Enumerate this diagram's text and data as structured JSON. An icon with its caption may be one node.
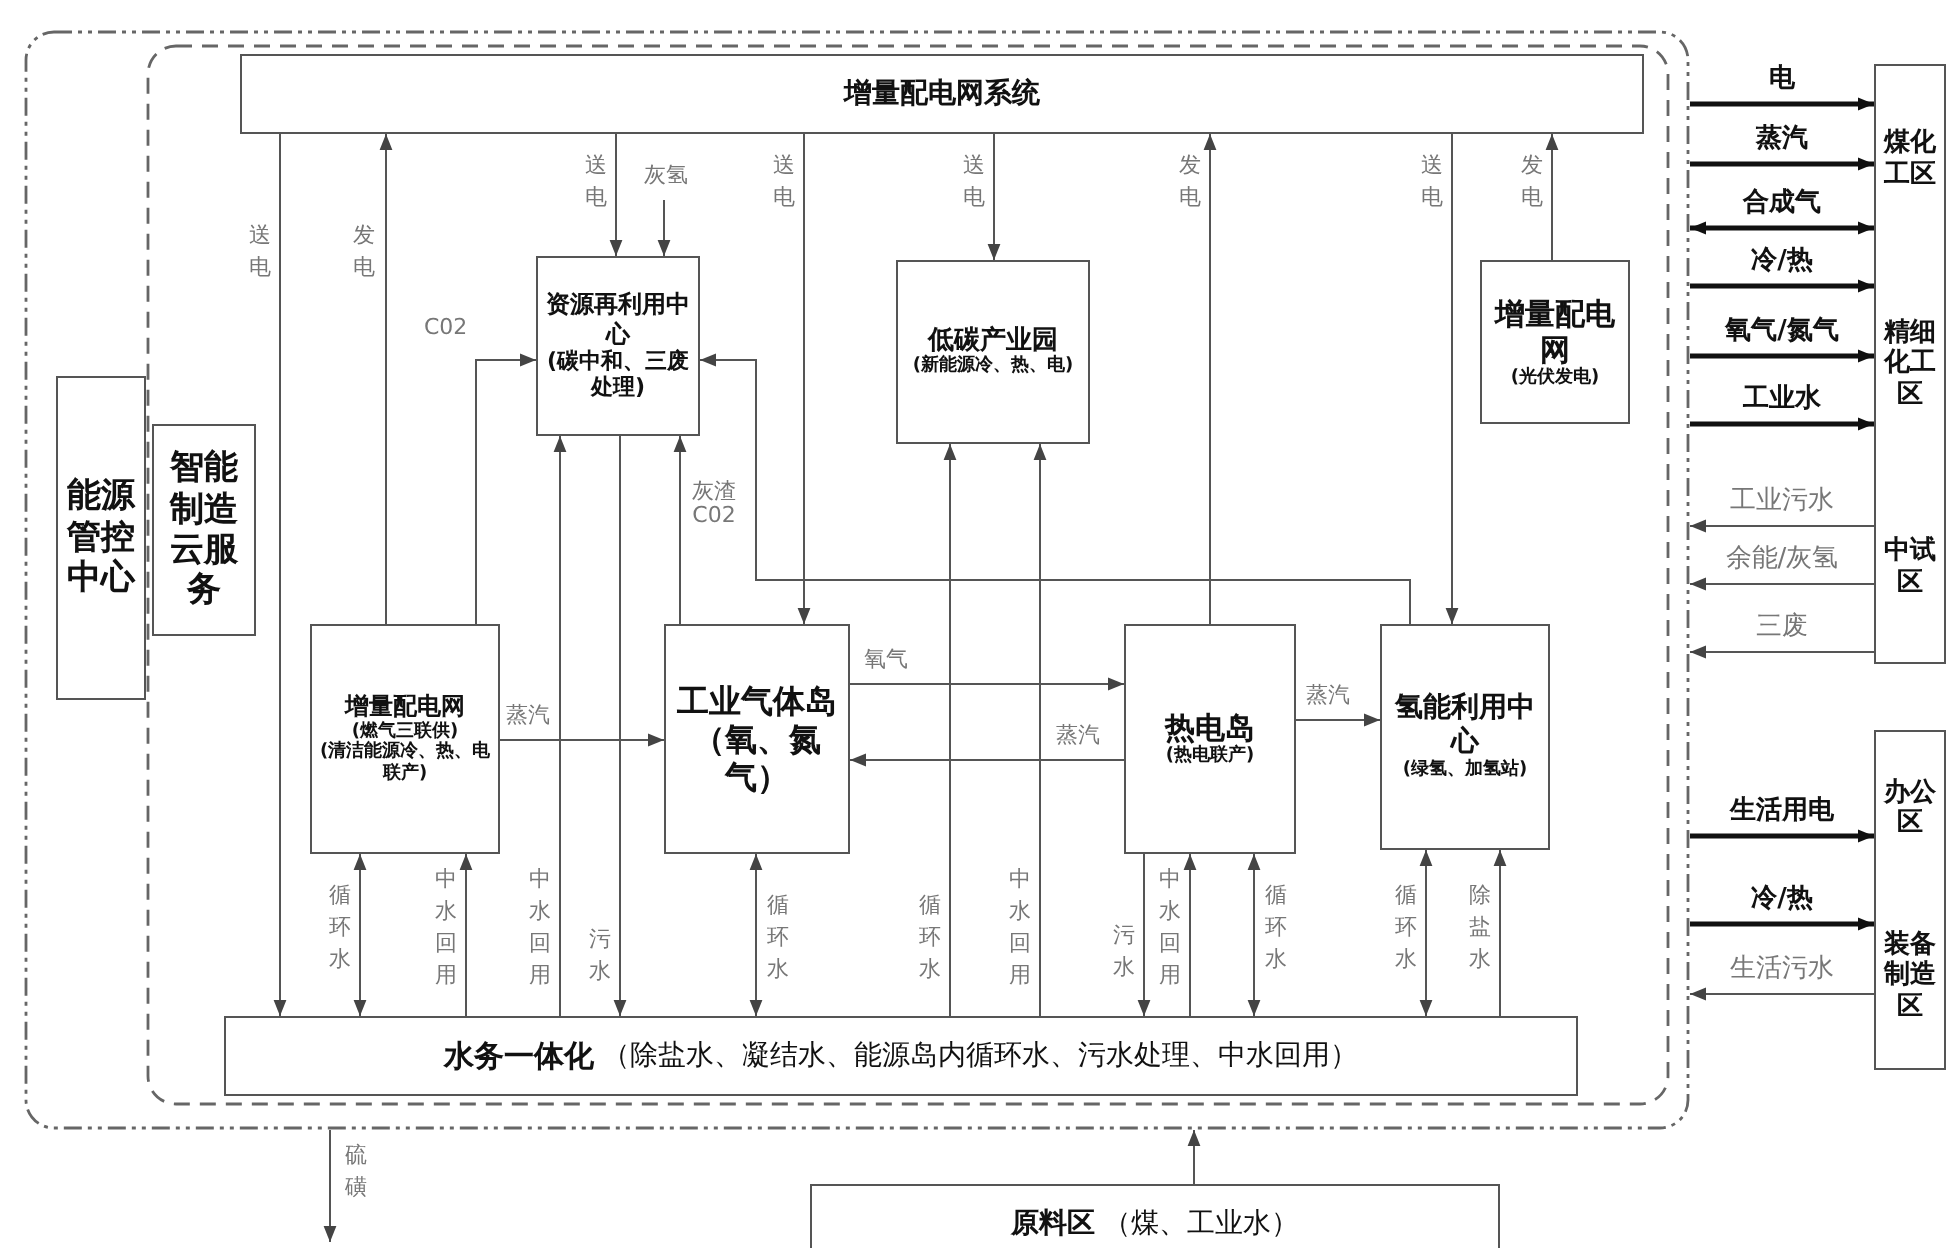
{
  "diagram": {
    "nodes": [
      {
        "text": [],
        "shape": "box"
      },
      {
        "text": [],
        "shape": "box",
        "in": 0
      },
      {
        "text": [
          "增量配电网系统"
        ],
        "in": 1
      },
      {
        "text": [
          "能源管控中心"
        ],
        "in": 0
      },
      {
        "text": [
          "智能制造云服务"
        ],
        "in": 1
      },
      {
        "text": [
          "资源再利用中心",
          "(碳中和、三废处理)"
        ],
        "in": 1
      },
      {
        "text": [
          "低碳产业园",
          "(新能源冷、热、电)"
        ],
        "in": 1
      },
      {
        "text": [
          "增量配电网",
          "(光伏发电)"
        ],
        "in": 1
      },
      {
        "text": [
          "增量配电网",
          "(燃气三联供)",
          "(清洁能源冷、热、电联产)"
        ],
        "in": 1
      },
      {
        "text": [
          "工业气体岛（氧、氮气）"
        ],
        "in": 1
      },
      {
        "text": [
          "热电岛",
          "(热电联产)"
        ],
        "in": 1
      },
      {
        "text": [
          "氢能利用中心",
          "(绿氢、加氢站)"
        ],
        "in": 1
      },
      {
        "text": [
          "水务一体化",
          "（除盐水、凝结水、能源岛内循环水、污水处理、中水回用）"
        ],
        "in": 1
      },
      {
        "text": [
          "煤化工区",
          "精细化工区",
          "中试区"
        ]
      },
      {
        "text": [
          "办公区",
          "装备制造区"
        ]
      },
      {
        "text": [
          "原料区",
          "（煤、工业水）"
        ]
      }
    ],
    "edges": [
      {
        "from": 2,
        "to": 12,
        "arrow": "to",
        "label": "送电"
      },
      {
        "from": 8,
        "to": 2,
        "arrow": "to",
        "label": "发电"
      },
      {
        "from": 2,
        "to": 5,
        "arrow": "to",
        "label": "送电"
      },
      {
        "from": null,
        "to": 5,
        "arrow": "to",
        "label": "灰氢"
      },
      {
        "from": 2,
        "to": 9,
        "arrow": "to",
        "label": "送电"
      },
      {
        "from": 2,
        "to": 6,
        "arrow": "to",
        "label": "送电"
      },
      {
        "from": 10,
        "to": 2,
        "arrow": "to",
        "label": "发电"
      },
      {
        "from": 2,
        "to": 11,
        "arrow": "to",
        "label": "送电"
      },
      {
        "from": 7,
        "to": 2,
        "arrow": "to",
        "label": "发电"
      },
      {
        "from": 8,
        "to": 5,
        "arrow": "to",
        "label": "C02"
      },
      {
        "from": 9,
        "to": 5,
        "arrow": "to",
        "label": "灰渣 C02"
      },
      {
        "from": 11,
        "to": 5,
        "arrow": "to"
      },
      {
        "from": 12,
        "to": 5,
        "arrow": "to",
        "label": "中水回用"
      },
      {
        "from": 5,
        "to": 12,
        "arrow": "to",
        "label": "污水"
      },
      {
        "from": 12,
        "to": 6,
        "arrow": "to",
        "label": "循环水"
      },
      {
        "from": 12,
        "to": 6,
        "arrow": "to",
        "label": "中水回用"
      },
      {
        "from": 12,
        "to": 8,
        "arrow": "both",
        "label": "循环水"
      },
      {
        "from": 12,
        "to": 8,
        "arrow": "to",
        "label": "中水回用"
      },
      {
        "from": 8,
        "to": 9,
        "arrow": "to",
        "label": "蒸汽"
      },
      {
        "from": 12,
        "to": 9,
        "arrow": "both",
        "label": "循环水"
      },
      {
        "from": 9,
        "to": 10,
        "arrow": "to",
        "label": "氧气"
      },
      {
        "from": 10,
        "to": 9,
        "arrow": "to",
        "label": "蒸汽"
      },
      {
        "from": 10,
        "to": 11,
        "arrow": "to",
        "label": "蒸汽"
      },
      {
        "from": 10,
        "to": 12,
        "arrow": "to",
        "label": "污水"
      },
      {
        "from": 12,
        "to": 10,
        "arrow": "to",
        "label": "中水回用"
      },
      {
        "from": 12,
        "to": 10,
        "arrow": "both",
        "label": "循环水"
      },
      {
        "from": 12,
        "to": 11,
        "arrow": "both",
        "label": "循环水"
      },
      {
        "from": 12,
        "to": 11,
        "arrow": "to",
        "label": "除盐水"
      },
      {
        "from": 15,
        "to": 0,
        "arrow": "to"
      },
      {
        "from": 0,
        "to": 13,
        "arrow": "to",
        "label": "电",
        "style": "thick"
      },
      {
        "from": 0,
        "to": 13,
        "arrow": "to",
        "label": "蒸汽",
        "style": "thick"
      },
      {
        "from": 0,
        "to": 13,
        "arrow": "both",
        "label": "合成气",
        "style": "thick"
      },
      {
        "from": 0,
        "to": 13,
        "arrow": "to",
        "label": "冷/热",
        "style": "thick"
      },
      {
        "from": 0,
        "to": 13,
        "arrow": "to",
        "label": "氧气/氮气",
        "style": "thick"
      },
      {
        "from": 0,
        "to": 13,
        "arrow": "to",
        "label": "工业水",
        "style": "thick"
      },
      {
        "from": 13,
        "to": 0,
        "arrow": "to",
        "label": "工业污水"
      },
      {
        "from": 13,
        "to": 0,
        "arrow": "to",
        "label": "余能/灰氢"
      },
      {
        "from": 13,
        "to": 0,
        "arrow": "to",
        "label": "三废"
      },
      {
        "from": 0,
        "to": 14,
        "arrow": "to",
        "label": "生活用电",
        "style": "thick"
      },
      {
        "from": 0,
        "to": 14,
        "arrow": "to",
        "label": "冷/热",
        "style": "thick"
      },
      {
        "from": 14,
        "to": 0,
        "arrow": "to",
        "label": "生活污水"
      },
      {
        "from": 0,
        "to": null,
        "arrow": "to",
        "label": "硫磺"
      }
    ]
  }
}
